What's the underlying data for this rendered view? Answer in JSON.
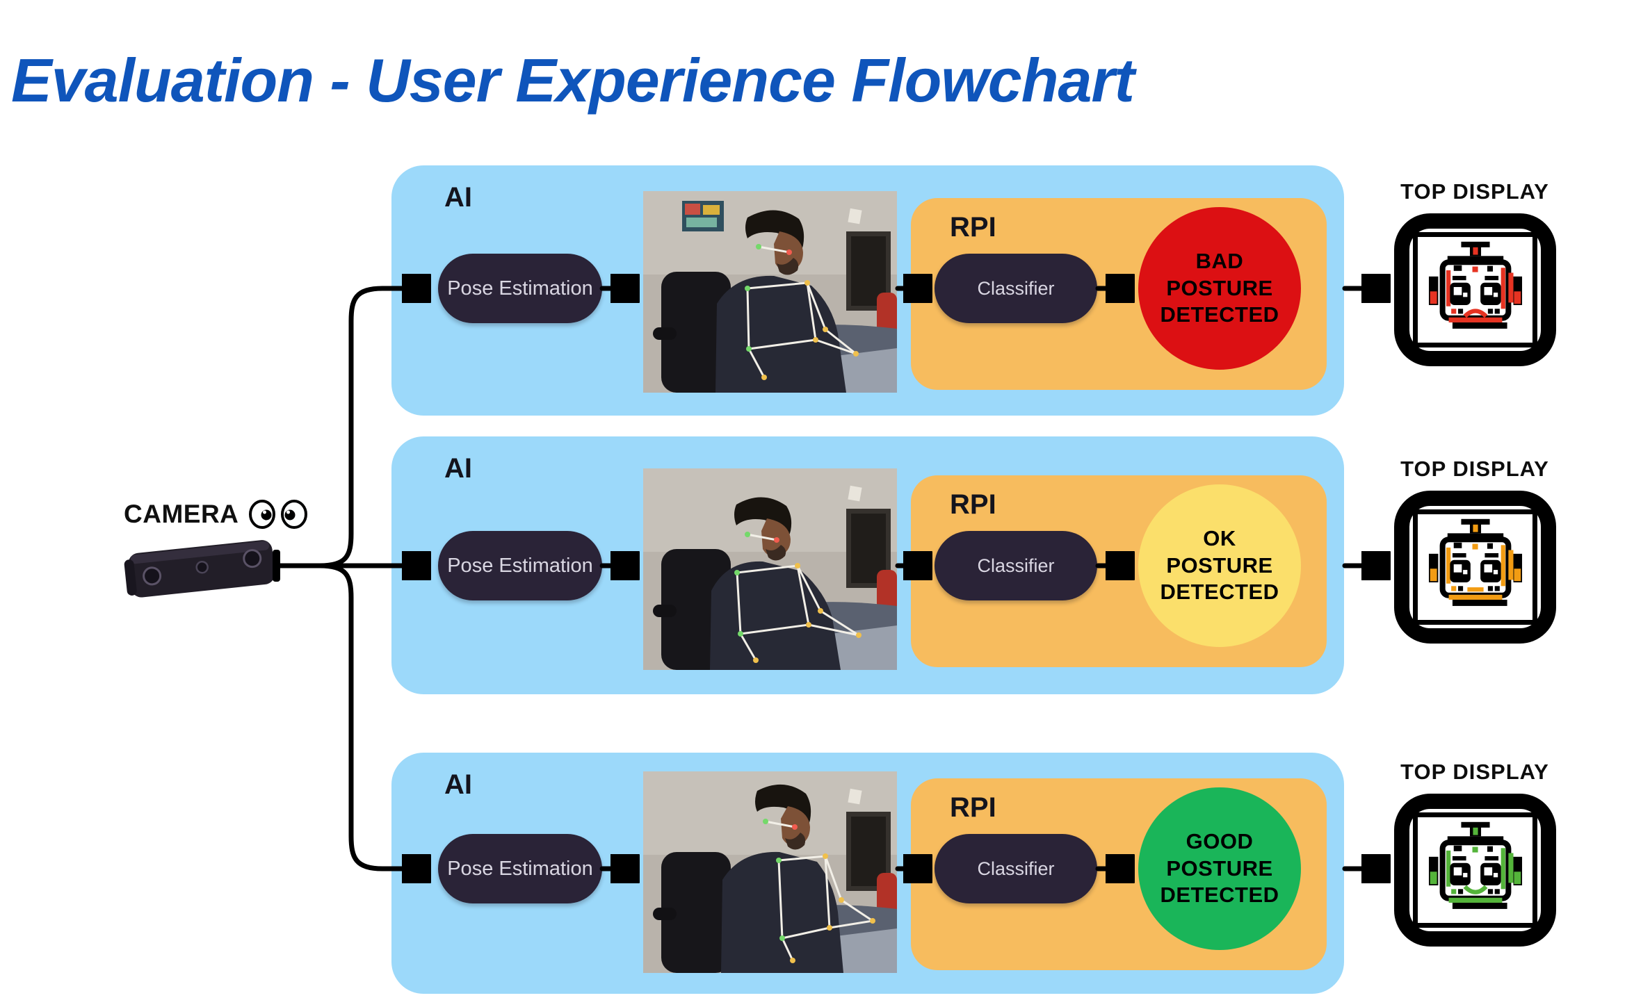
{
  "title": "Evaluation - User Experience Flowchart",
  "camera": {
    "label": "CAMERA",
    "icon": "eyes-icon"
  },
  "rows": [
    {
      "id": "bad",
      "ai_label": "AI",
      "pose_label": "Pose Estimation",
      "photo_description": "webcam frame: person reclining in chair, pose-skeleton overlay",
      "rpi_label": "RPI",
      "classifier_label": "Classifier",
      "result": {
        "line1": "BAD",
        "line2": "POSTURE",
        "line3": "DETECTED",
        "color": "#dc1013"
      },
      "display_label": "TOP DISPLAY",
      "accent": "#e63322",
      "robot_mood": "sad-face"
    },
    {
      "id": "ok",
      "ai_label": "AI",
      "pose_label": "Pose Estimation",
      "photo_description": "webcam frame: person slouching forward, pose-skeleton overlay",
      "rpi_label": "RPI",
      "classifier_label": "Classifier",
      "result": {
        "line1": "OK",
        "line2": "POSTURE",
        "line3": "DETECTED",
        "color": "#fbdf6b"
      },
      "display_label": "TOP DISPLAY",
      "accent": "#f29c13",
      "robot_mood": "neutral-face"
    },
    {
      "id": "good",
      "ai_label": "AI",
      "pose_label": "Pose Estimation",
      "photo_description": "webcam frame: person sitting upright, pose-skeleton overlay",
      "rpi_label": "RPI",
      "classifier_label": "Classifier",
      "result": {
        "line1": "GOOD",
        "line2": "POSTURE",
        "line3": "DETECTED",
        "color": "#1ab559"
      },
      "display_label": "TOP DISPLAY",
      "accent": "#54b43a",
      "robot_mood": "happy-face"
    }
  ],
  "colors": {
    "title_blue": "#0f55bb",
    "ai_box_blue": "#9cd9fa",
    "rpi_box_orange": "#f7bc5e",
    "node_pill_dark": "#2a2337",
    "arrow_black": "#000000"
  }
}
